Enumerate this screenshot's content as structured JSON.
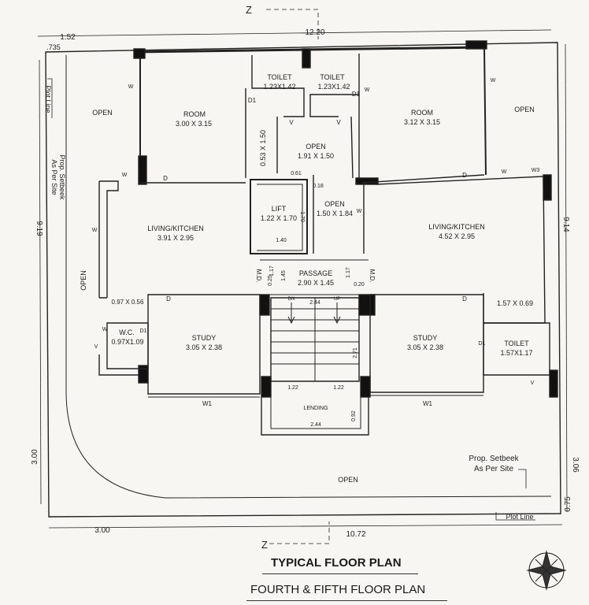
{
  "rooms": {
    "toilet_left": {
      "name": "TOILET",
      "size": "1.23X1.42"
    },
    "toilet_right": {
      "name": "TOILET",
      "size": "1.23X1.42"
    },
    "room_left": {
      "name": "ROOM",
      "size": "3.00 X 3.15"
    },
    "room_right": {
      "name": "ROOM",
      "size": "3.12 X 3.15"
    },
    "open_center": {
      "name": "OPEN",
      "size": "1.91 X 1.50"
    },
    "open_mid": {
      "name": "OPEN",
      "size": "1.50 X 1.84"
    },
    "lift": {
      "name": "LIFT",
      "size": "1.22 X 1.70"
    },
    "living_left": {
      "name": "LIVING/KITCHEN",
      "size": "3.91 X 2.95"
    },
    "living_right": {
      "name": "LIVING/KITCHEN",
      "size": "4.52 X 2.95"
    },
    "passage": {
      "name": "PASSAGE",
      "size": "2.90 X 1.45"
    },
    "study_left": {
      "name": "STUDY",
      "size": "3.05 X 2.38"
    },
    "study_right": {
      "name": "STUDY",
      "size": "3.05 X 2.38"
    },
    "wc": {
      "name": "W.C.",
      "size": "0.97X1.09"
    },
    "toilet_small": {
      "name": "TOILET",
      "size": "1.57X1.17"
    },
    "right_space": {
      "size": "1.57 X 0.69"
    },
    "left_space": {
      "size": "0.97 X 0.56"
    },
    "lending": {
      "name": "LENDING"
    }
  },
  "open_labels": {
    "top_left": "OPEN",
    "top_right": "OPEN",
    "left_vertical": "OPEN",
    "bottom": "OPEN"
  },
  "dimensions": {
    "top_total": "12.20",
    "top_left_1": "1.52",
    "top_left_2": ".735",
    "left_total": "9.19",
    "right_total": "9.14",
    "bottom_left": "3.00",
    "bottom_total": "10.72",
    "left_bottom": "3.00",
    "right_bottom_1": "3.06",
    "right_bottom_2": "0.75",
    "vertical_053": "0.53 X 1.50",
    "d061": "0.61",
    "d018": "0.18",
    "d140": "1.40",
    "d170": "1.70",
    "d025": "0.25",
    "d117a": "1.17",
    "d145": "1.45",
    "d117b": "1.17",
    "d020": "0.20",
    "d244a": "2.44",
    "d271": "2.71",
    "d122a": "1.22",
    "d122b": "1.22",
    "d092": "0.92",
    "d244b": "2.44"
  },
  "annotations": {
    "plot_line_left": "Plot Line",
    "setbeek_left_1": "Prop. Setbeek",
    "setbeek_left_2": "As Per Site",
    "setbeek_right_1": "Prop. Setbeek",
    "setbeek_right_2": "As Per Site",
    "plot_line_bottom": "Plot Line",
    "north_top": "Z",
    "north_bottom": "Z",
    "dn": "DN",
    "up": "UP",
    "md_left": "M.D.",
    "md_right": "M.D."
  },
  "openings": {
    "d": "D",
    "d1": "D1",
    "w": "W",
    "w1": "W1",
    "w3": "W3",
    "v": "V"
  },
  "titles": {
    "main": "TYPICAL FLOOR PLAN",
    "sub": "FOURTH & FIFTH FLOOR PLAN"
  }
}
